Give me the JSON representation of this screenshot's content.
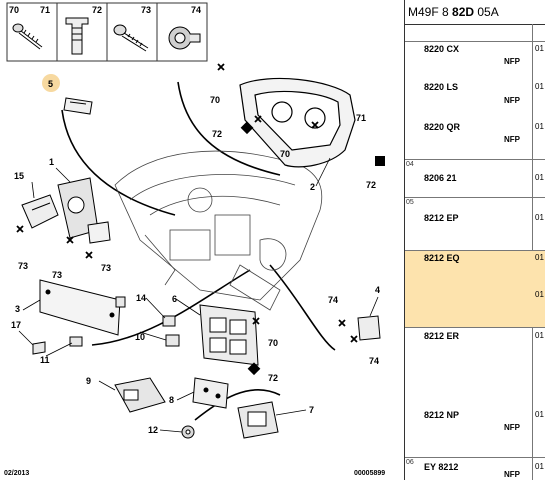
{
  "header": {
    "code_a": "M49F 8 ",
    "code_b": "82D",
    "code_c": " 05A"
  },
  "icon_strip": {
    "labels": [
      "70",
      "71",
      "72",
      "73",
      "74"
    ]
  },
  "callouts": [
    {
      "id": "c5",
      "text": "5"
    },
    {
      "id": "c70a",
      "text": "70"
    },
    {
      "id": "c71",
      "text": "71"
    },
    {
      "id": "c72a",
      "text": "72"
    },
    {
      "id": "c70b",
      "text": "70"
    },
    {
      "id": "c2",
      "text": "2"
    },
    {
      "id": "c72b",
      "text": "72"
    },
    {
      "id": "c15",
      "text": "15"
    },
    {
      "id": "c1",
      "text": "1"
    },
    {
      "id": "c73a",
      "text": "73"
    },
    {
      "id": "c73b",
      "text": "73"
    },
    {
      "id": "c73c",
      "text": "73"
    },
    {
      "id": "c3",
      "text": "3"
    },
    {
      "id": "c14",
      "text": "14"
    },
    {
      "id": "c6",
      "text": "6"
    },
    {
      "id": "c17",
      "text": "17"
    },
    {
      "id": "c10",
      "text": "10"
    },
    {
      "id": "c70c",
      "text": "70"
    },
    {
      "id": "c11",
      "text": "11"
    },
    {
      "id": "c74a",
      "text": "74"
    },
    {
      "id": "c4",
      "text": "4"
    },
    {
      "id": "c74b",
      "text": "74"
    },
    {
      "id": "c72c",
      "text": "72"
    },
    {
      "id": "c9",
      "text": "9"
    },
    {
      "id": "c8",
      "text": "8"
    },
    {
      "id": "c7",
      "text": "7"
    },
    {
      "id": "c12",
      "text": "12"
    }
  ],
  "footer": {
    "date": "02/2013",
    "ref": "00005899"
  },
  "parts": [
    {
      "idx": "",
      "ref": "8220 CX",
      "tag": "NFP",
      "qty": "01"
    },
    {
      "idx": "",
      "ref": "8220 LS",
      "tag": "NFP",
      "qty": "01"
    },
    {
      "idx": "",
      "ref": "8220 QR",
      "tag": "NFP",
      "qty": "01"
    },
    {
      "idx": "04",
      "ref": "8206 21",
      "tag": "",
      "qty": "01"
    },
    {
      "idx": "05",
      "ref": "8212 EP",
      "tag": "",
      "qty": "01"
    },
    {
      "idx": "",
      "ref": "8212 EQ",
      "tag": "",
      "qty": "01",
      "qty2": "01",
      "highlight": true
    },
    {
      "idx": "",
      "ref": "8212 ER",
      "tag": "",
      "qty": "01"
    },
    {
      "idx": "",
      "ref": "8212 NP",
      "tag": "NFP",
      "qty": "01"
    },
    {
      "idx": "06",
      "ref": "EY 8212",
      "tag": "NFP",
      "qty": "01"
    }
  ],
  "colors": {
    "highlight": "#fde3ad",
    "callout_badge": "#f7d9a0",
    "line": "#000000",
    "panel_line": "#555555"
  }
}
